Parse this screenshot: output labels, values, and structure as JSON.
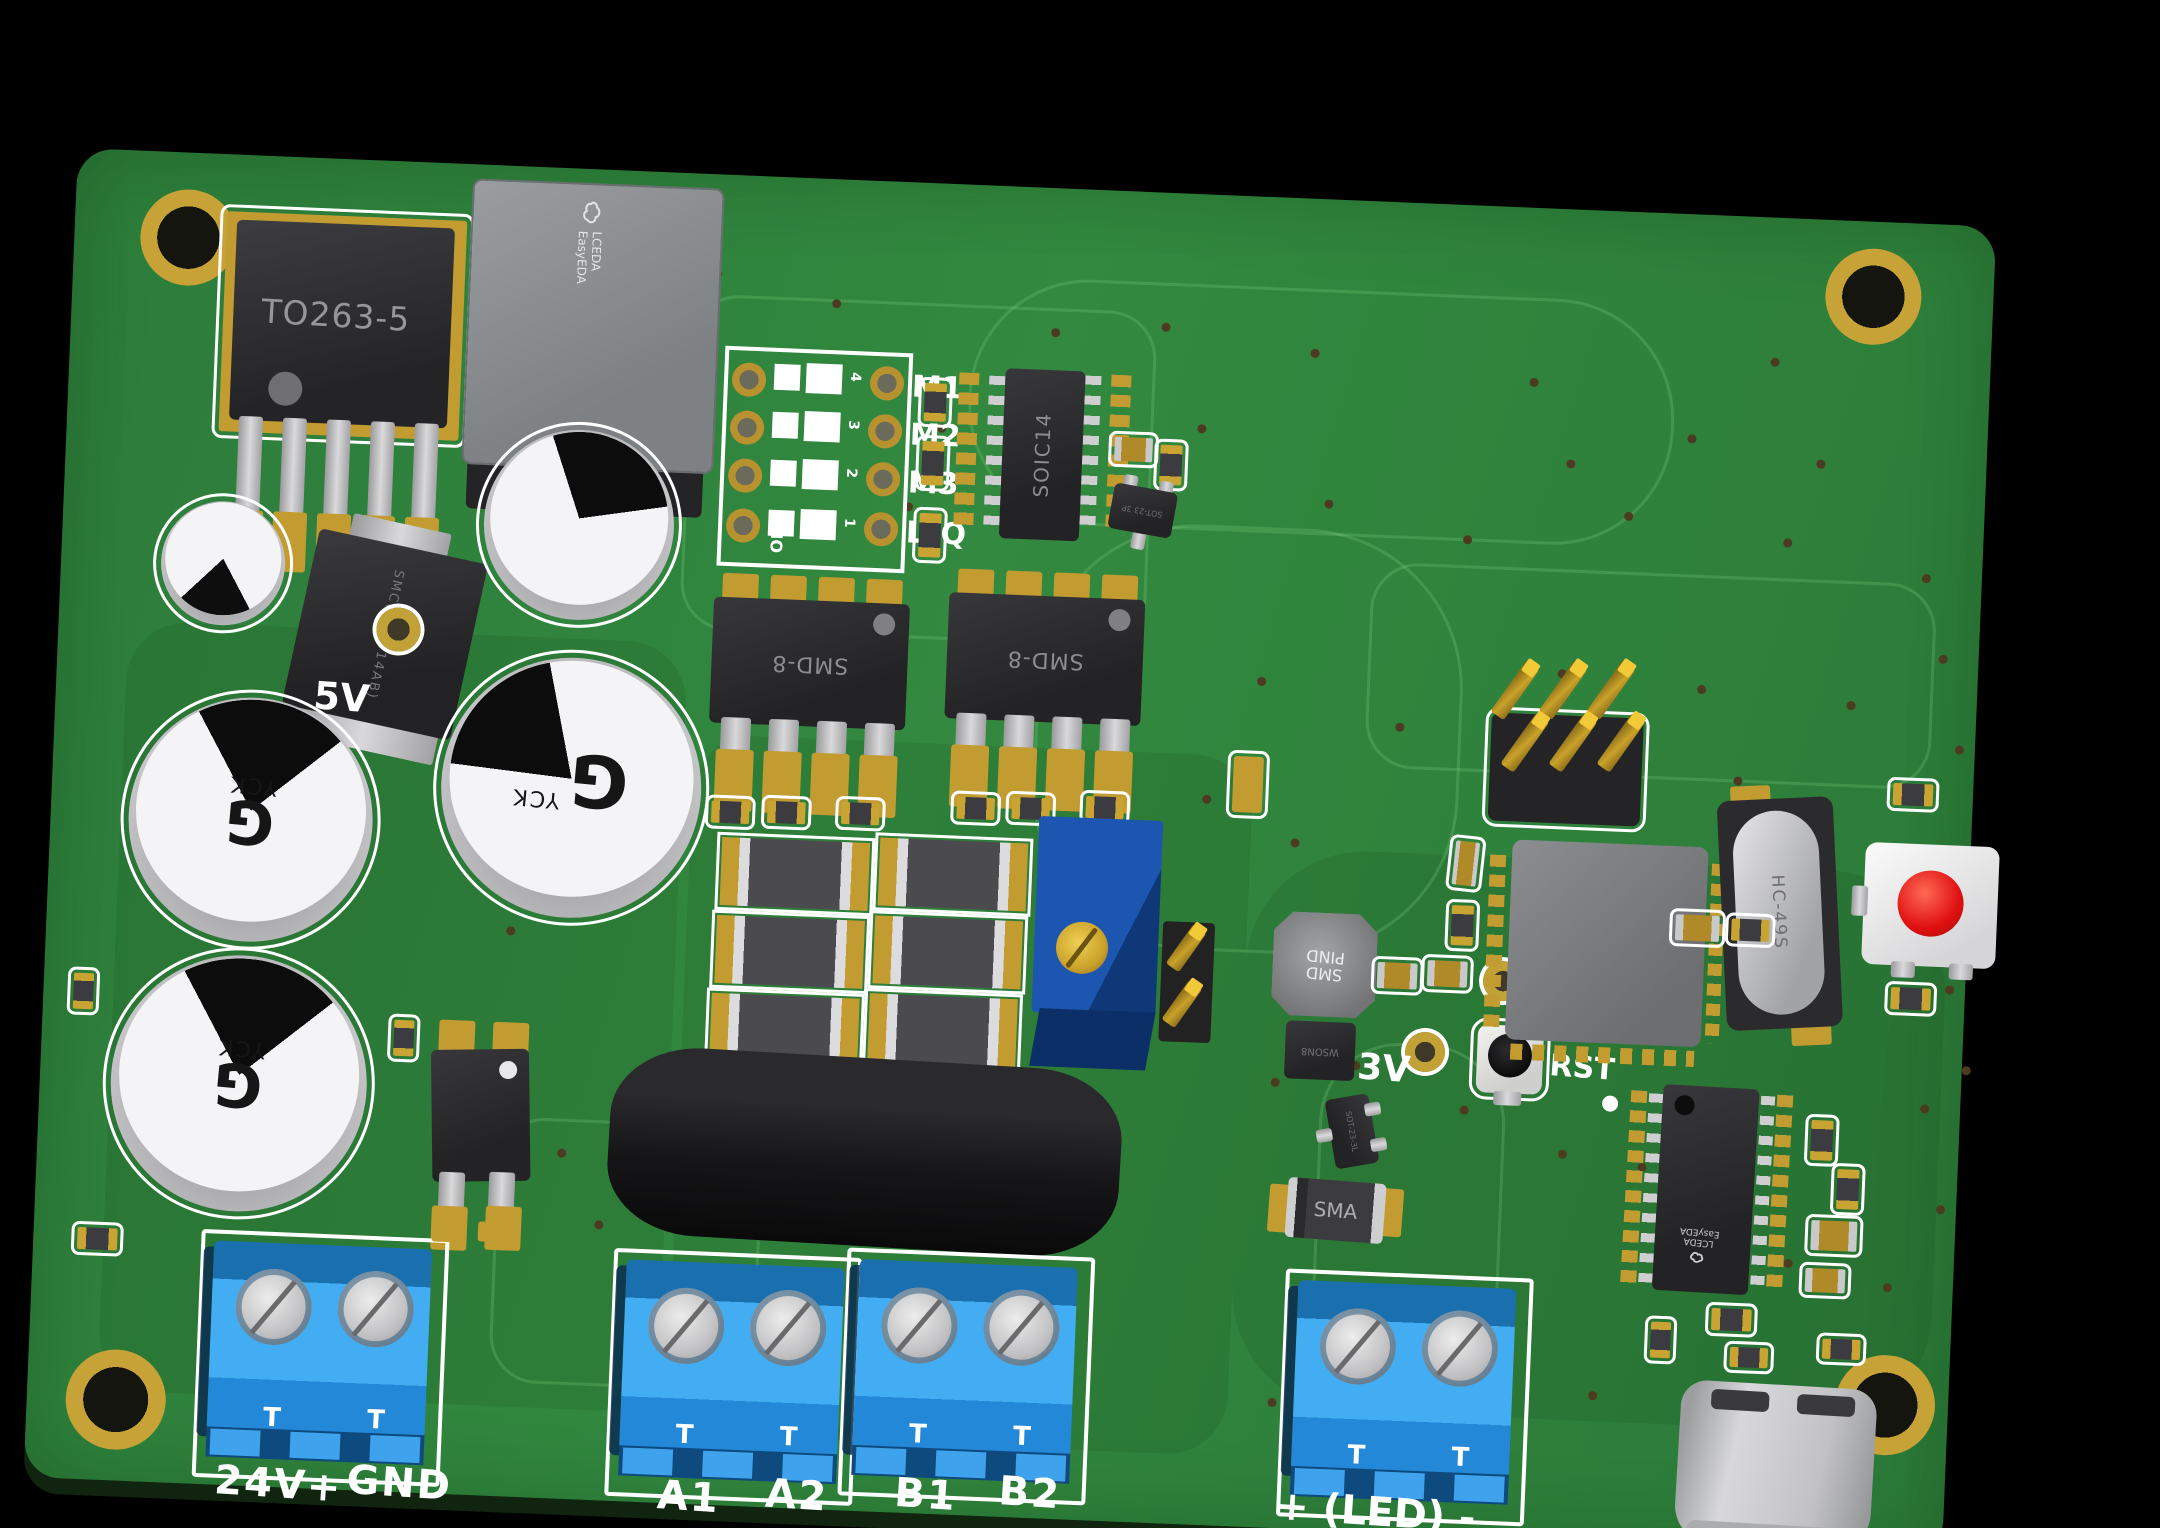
{
  "viewer": {
    "background": "#000000",
    "board_color": "#2f7f3d",
    "silkscreen_color": "#ffffff",
    "accent_gold": "#c29c31",
    "terminal_blue": "#42adf2",
    "button_red": "#e01010"
  },
  "silkscreen": {
    "power_5v": "5V",
    "power_3v": "3V",
    "reset": "RST",
    "dip": {
      "on": "ON",
      "rows": [
        {
          "num": "4",
          "label": "M1"
        },
        {
          "num": "3",
          "label": "M2"
        },
        {
          "num": "2",
          "label": "M3"
        },
        {
          "num": "1",
          "label": "LTQ"
        }
      ]
    },
    "terminals": {
      "power_pos": "24V+",
      "power_neg": "GND",
      "a1": "A1",
      "a2": "A2",
      "b1": "B1",
      "b2": "B2",
      "led": "+ (LED) -",
      "pin_mark": "T"
    }
  },
  "components": {
    "regulator": {
      "label": "TO263-5"
    },
    "module_logo": {
      "line1": "LCEDA",
      "line2": "EasyEDA"
    },
    "smc_diode": {
      "label": "SMC(DO-214AB)"
    },
    "soic14": {
      "label": "SOIC14"
    },
    "sot23_3p": {
      "label": "SOT-23 3P"
    },
    "sot23_3l": {
      "label": "SOT-23-3L"
    },
    "smd8": {
      "label": "SMD-8"
    },
    "caps": {
      "brand": "G",
      "series": "YCK"
    },
    "inductor": {
      "line1": "SMD",
      "line2": "PIND"
    },
    "wson8": {
      "label": "WSON8"
    },
    "sma_diode": {
      "label": "SMA"
    },
    "crystal": {
      "label": "HC-49S"
    },
    "tssop_logo": {
      "line1": "LCEDA",
      "line2": "EasyEDA"
    }
  }
}
